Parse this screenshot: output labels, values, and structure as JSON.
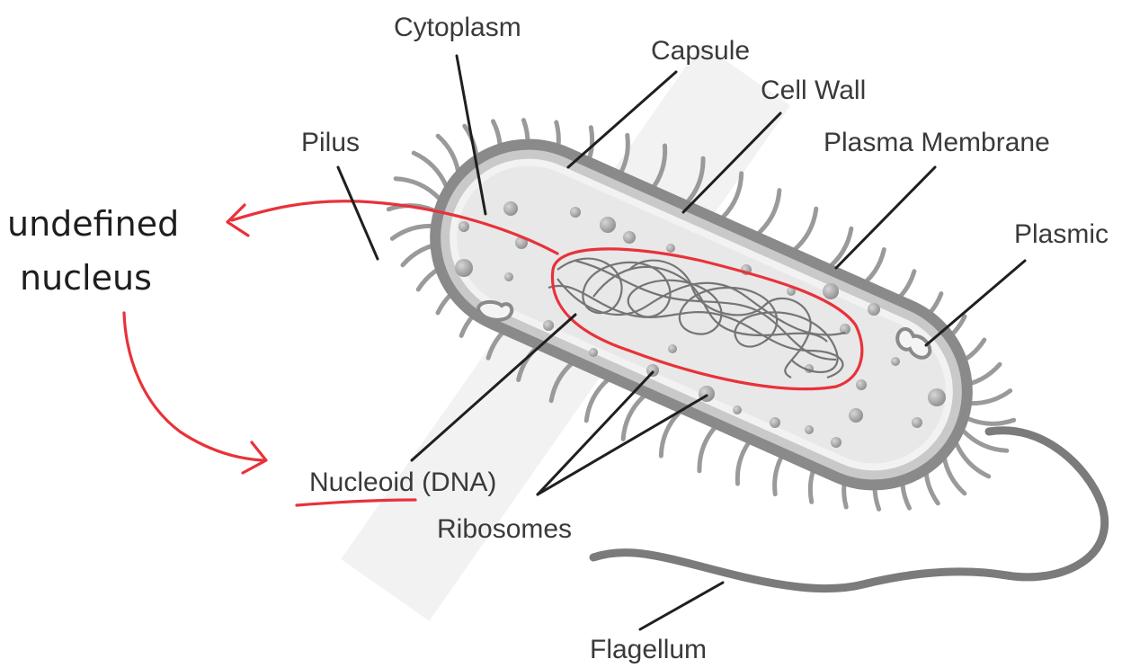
{
  "diagram": {
    "labels": {
      "cytoplasm": "Cytoplasm",
      "capsule": "Capsule",
      "cell_wall": "Cell Wall",
      "pilus": "Pilus",
      "plasma_membrane": "Plasma Membrane",
      "plasmid": "Plasmic",
      "nucleoid": "Nucleoid (DNA)",
      "ribosomes": "Ribosomes",
      "flagellum": "Flagellum"
    },
    "handwritten_note": {
      "line1": "undefined",
      "line2": "nucleus"
    },
    "colors": {
      "annotation": "#e8323a",
      "cell_outer": "#7b7b7b",
      "cell_fill": "#e6e6e6",
      "ribosome": "#a9a9a9",
      "dna": "#6f6f6f",
      "text": "#3a3a3a"
    }
  }
}
